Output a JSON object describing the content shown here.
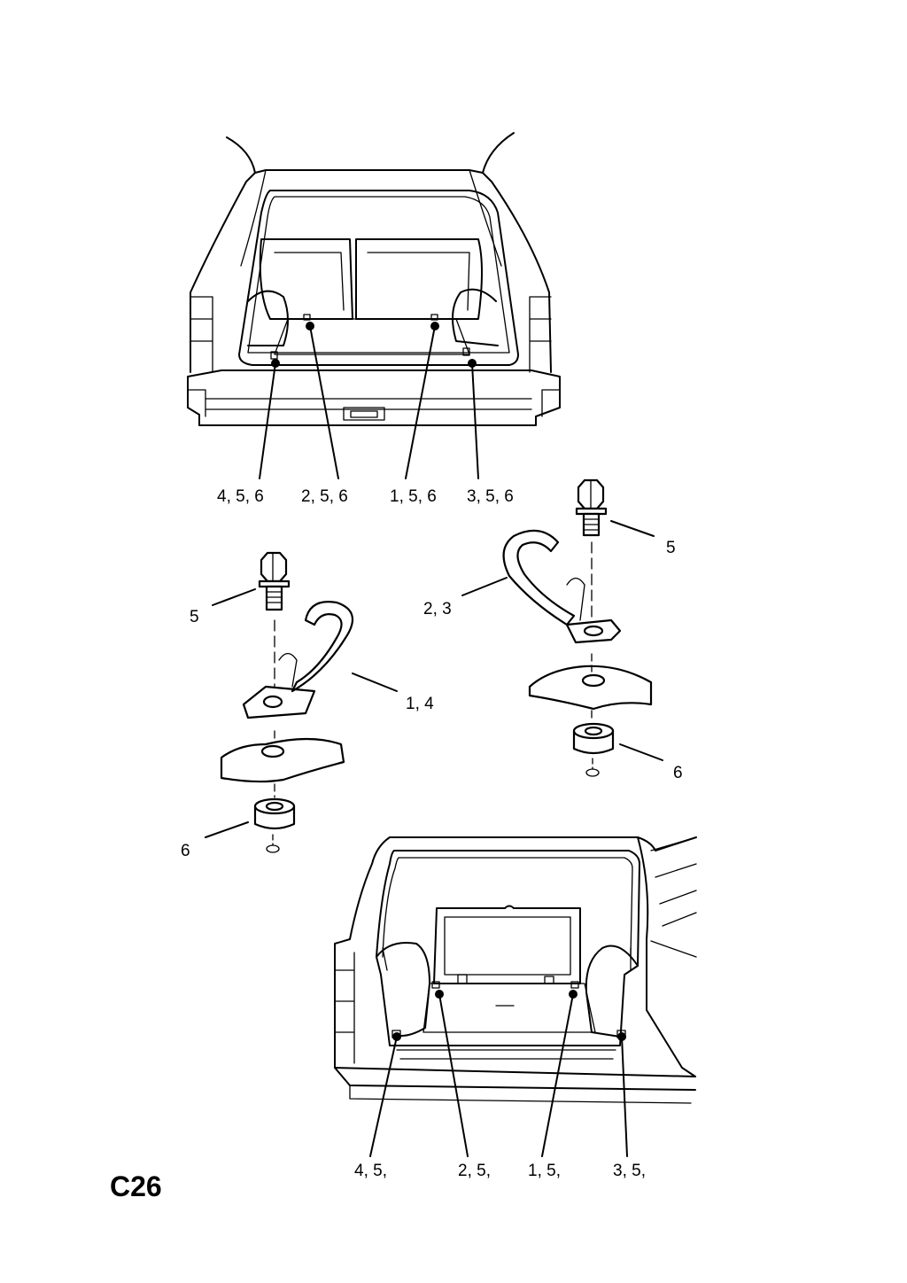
{
  "page_code": "C26",
  "top_view_callouts": [
    "4, 5, 6",
    "2, 5, 6",
    "1, 5, 6",
    "3, 5, 6"
  ],
  "bottom_view_callouts": [
    "4, 5,",
    "2, 5,",
    "1, 5,",
    "3, 5,"
  ],
  "left_assembly_labels": {
    "bolt": "5",
    "hook": "1, 4",
    "spacer": "6"
  },
  "right_assembly_labels": {
    "bolt": "5",
    "hook": "2, 3",
    "spacer": "6"
  }
}
